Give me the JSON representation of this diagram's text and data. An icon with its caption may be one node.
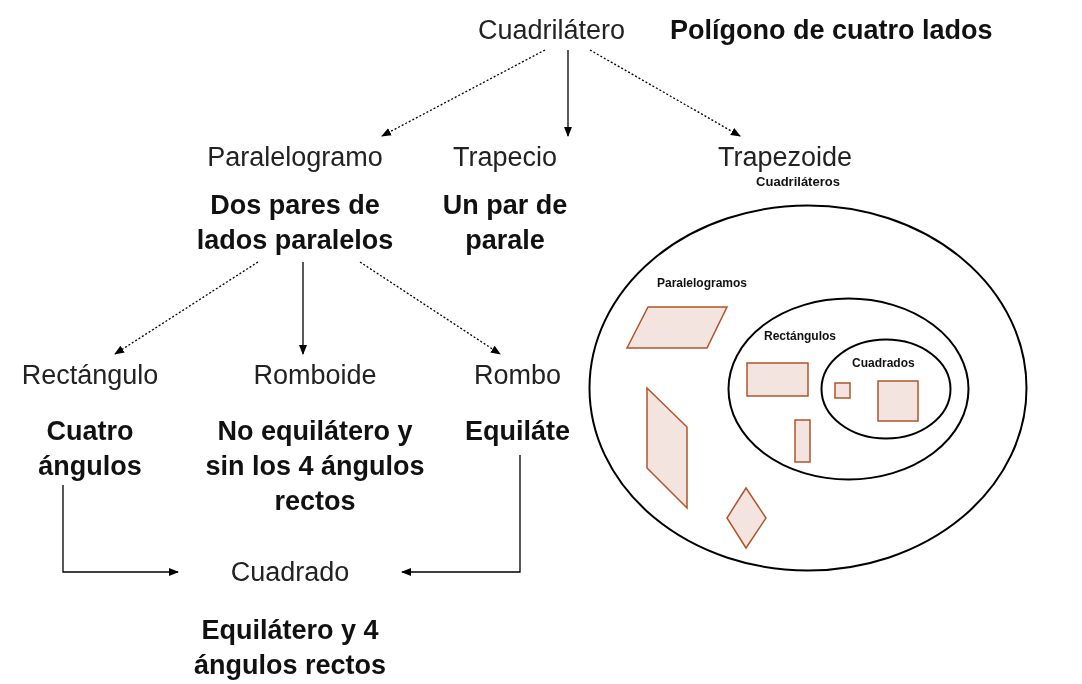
{
  "diagram": {
    "nodes": [
      {
        "text": [
          "Cuadrilátero",
          "Polígono de cuatro lados"
        ]
      },
      {
        "text": [
          "Paralelogramo",
          "Dos pares de lados paralelos"
        ]
      },
      {
        "text": [
          "Trapecio",
          "Un par de parale"
        ]
      },
      {
        "text": [
          "Trapezoide"
        ]
      },
      {
        "text": [
          "Rectángulo",
          "Cuatro ángulos"
        ]
      },
      {
        "text": [
          "Romboide",
          "No equilátero y sin los 4 ángulos rectos"
        ]
      },
      {
        "text": [
          "Rombo",
          "Equiláte"
        ]
      },
      {
        "text": [
          "Cuadrado",
          "Equilátero y 4 ángulos rectos"
        ]
      },
      {
        "text": [
          "Paralelogramos"
        ]
      },
      {
        "text": [
          "Rectángulos"
        ],
        "in": 8
      },
      {
        "text": [
          "Cuadrados"
        ],
        "in": 9
      }
    ],
    "edges": [
      {
        "from": 0,
        "to": 1,
        "arrow": "to",
        "style": "dashed"
      },
      {
        "from": 0,
        "to": 2,
        "arrow": "to"
      },
      {
        "from": 0,
        "to": 3,
        "arrow": "to",
        "style": "dashed"
      },
      {
        "from": 1,
        "to": 4,
        "arrow": "to",
        "style": "dashed"
      },
      {
        "from": 1,
        "to": 5,
        "arrow": "to"
      },
      {
        "from": 1,
        "to": 6,
        "arrow": "to",
        "style": "dashed"
      },
      {
        "from": 4,
        "to": 7,
        "arrow": "to"
      },
      {
        "from": 6,
        "to": 7,
        "arrow": "to"
      }
    ],
    "labels": [
      "Cuadriláteros"
    ]
  }
}
